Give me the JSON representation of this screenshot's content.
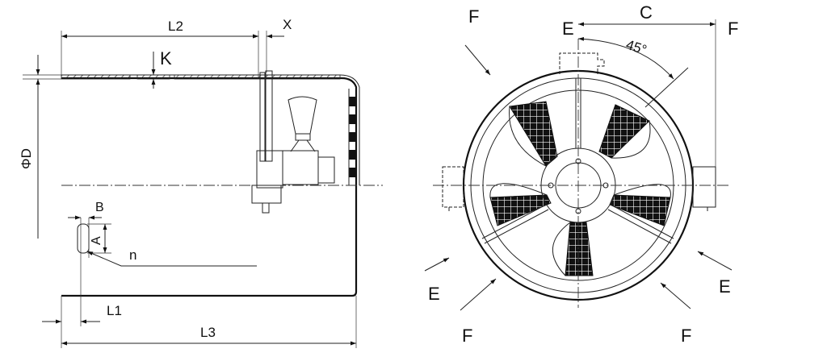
{
  "labels": {
    "side_view": {
      "L2": "L2",
      "X": "X",
      "K": "K",
      "PhiD": "ΦD",
      "B": "B",
      "A": "A",
      "n": "n",
      "L1": "L1",
      "L3": "L3"
    },
    "front_view": {
      "C": "C",
      "angle": "45°",
      "E_top": "E",
      "E_left": "E",
      "E_right": "E",
      "F_top_left": "F",
      "F_top_right": "F",
      "F_bottom_left": "F",
      "F_bottom_right": "F"
    }
  }
}
